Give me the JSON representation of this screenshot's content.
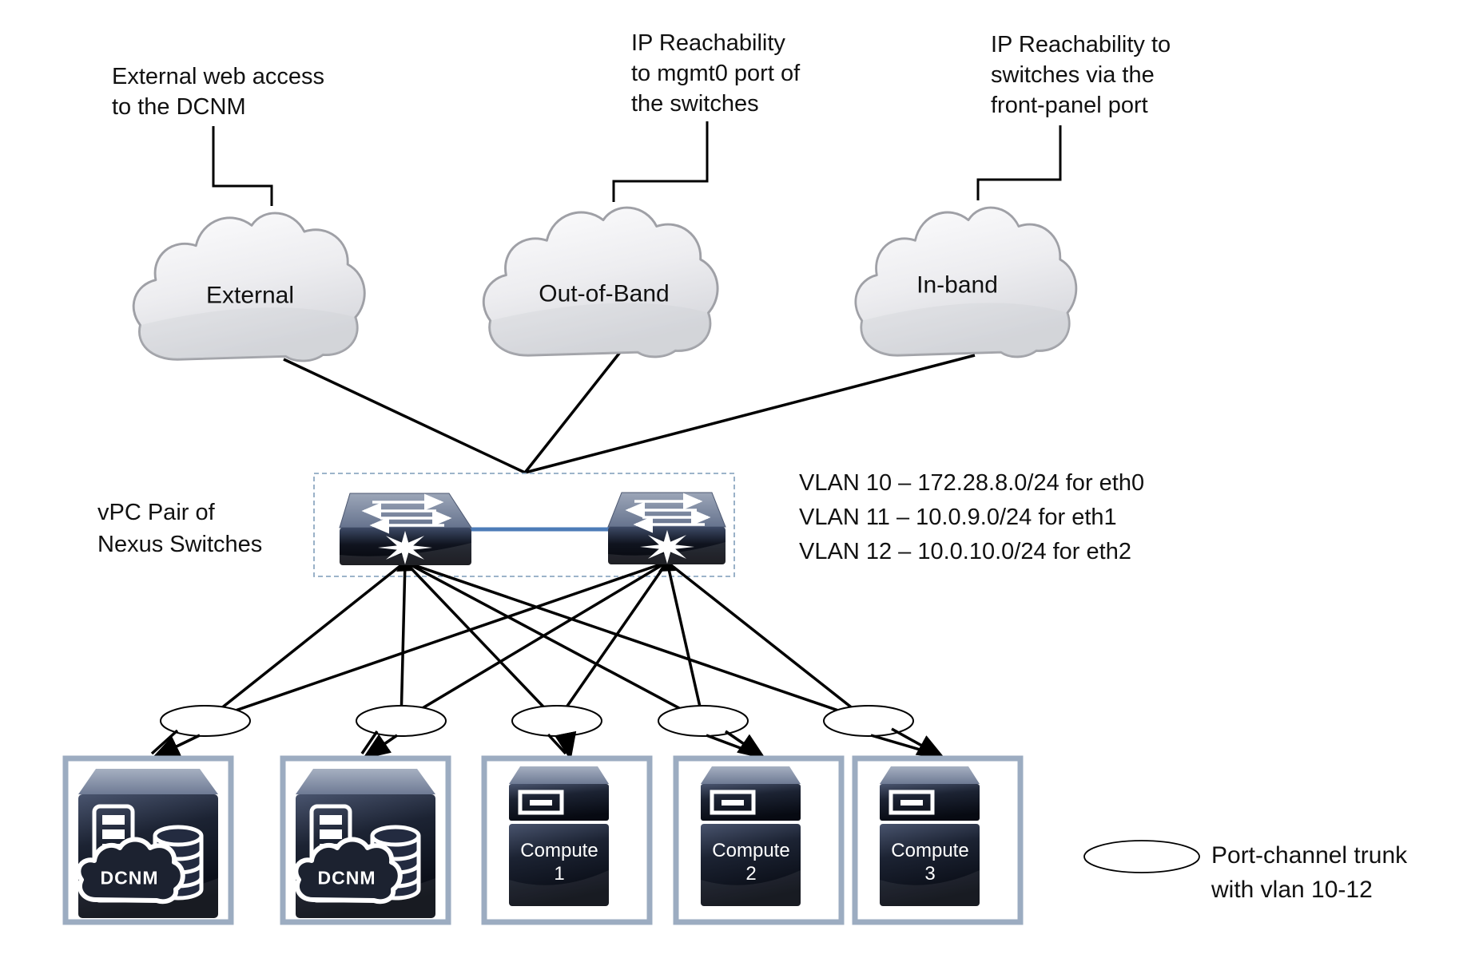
{
  "diagram": {
    "annotations": {
      "external": [
        "External web access",
        "to the DCNM"
      ],
      "oob": [
        "IP Reachability",
        "to mgmt0 port of",
        "the switches"
      ],
      "inband": [
        "IP Reachability to",
        "switches via the",
        "front-panel port"
      ]
    },
    "clouds": [
      "External",
      "Out-of-Band",
      "In-band"
    ],
    "vpc_caption": [
      "vPC Pair of",
      "Nexus Switches"
    ],
    "vlans": [
      "VLAN 10 – 172.28.8.0/24 for eth0",
      "VLAN 11 – 10.0.9.0/24 for eth1",
      "VLAN 12 – 10.0.10.0/24 for eth2"
    ],
    "servers": [
      {
        "type": "dcnm",
        "label": "DCNM"
      },
      {
        "type": "dcnm",
        "label": "DCNM"
      },
      {
        "type": "compute",
        "label": "Compute",
        "number": "1"
      },
      {
        "type": "compute",
        "label": "Compute",
        "number": "2"
      },
      {
        "type": "compute",
        "label": "Compute",
        "number": "3"
      }
    ],
    "legend": [
      "Port-channel trunk",
      "with vlan 10-12"
    ],
    "icons": {
      "cloud": "cloud-icon",
      "switch": "nexus-switch-icon",
      "dcnm": "dcnm-appliance-icon",
      "compute": "compute-server-icon",
      "port_channel": "port-channel-ellipse"
    },
    "colors": {
      "peer_link": "#4d7cb8",
      "connection_line": "#000000",
      "server_box_border": "#9cacc1",
      "vpc_dashed_border": "#8fa9c2",
      "switch_top": "#8b96ab",
      "switch_front": "#141a29",
      "cloud_fill": "#ececef",
      "cloud_stroke": "#9fa0a6"
    }
  }
}
